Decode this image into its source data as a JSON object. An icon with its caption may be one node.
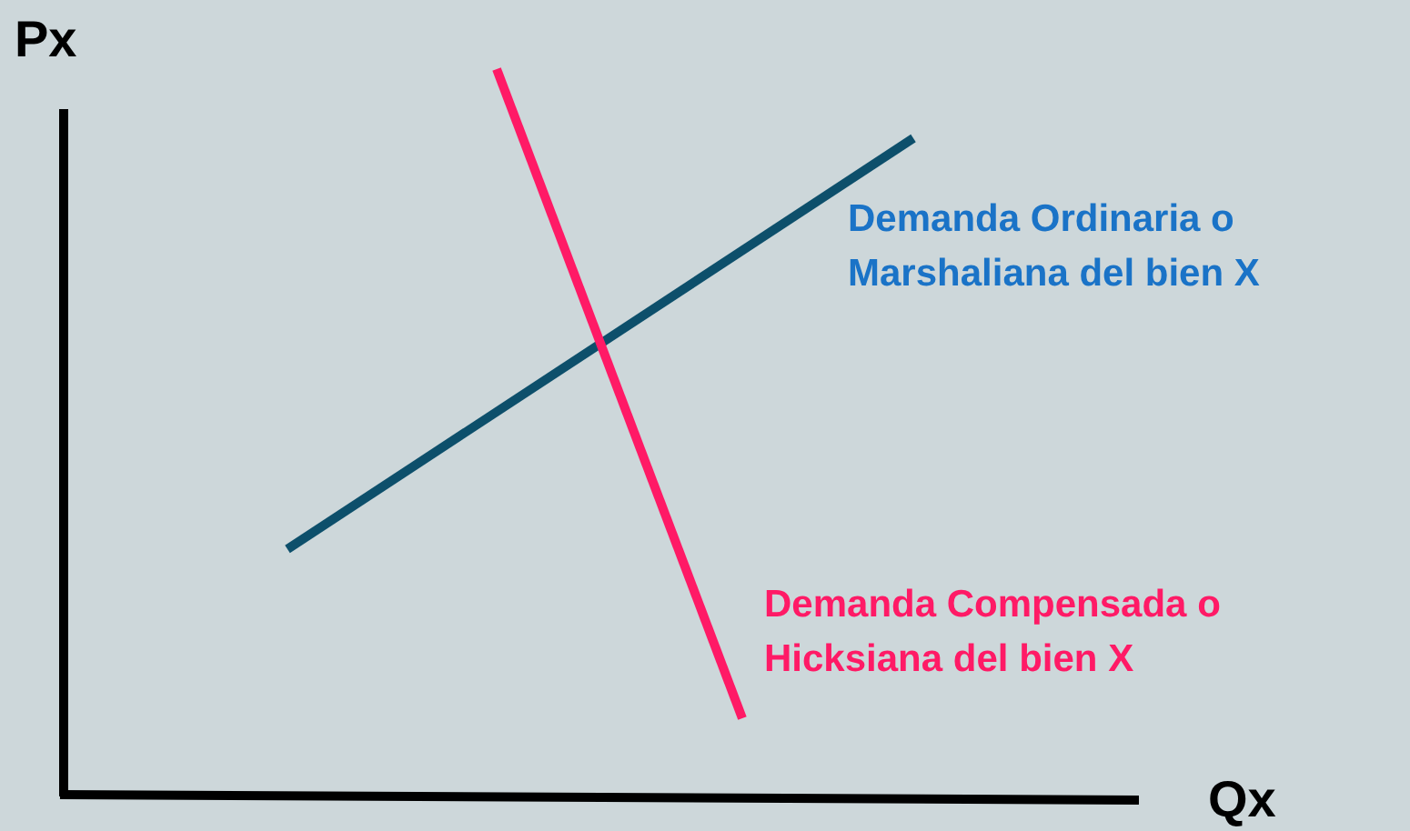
{
  "diagram": {
    "labels": [
      "Px",
      "Demanda Ordinaria o Marshaliana del bien X",
      "Demanda Compensada o Hicksiana del bien X",
      "Qx"
    ]
  }
}
